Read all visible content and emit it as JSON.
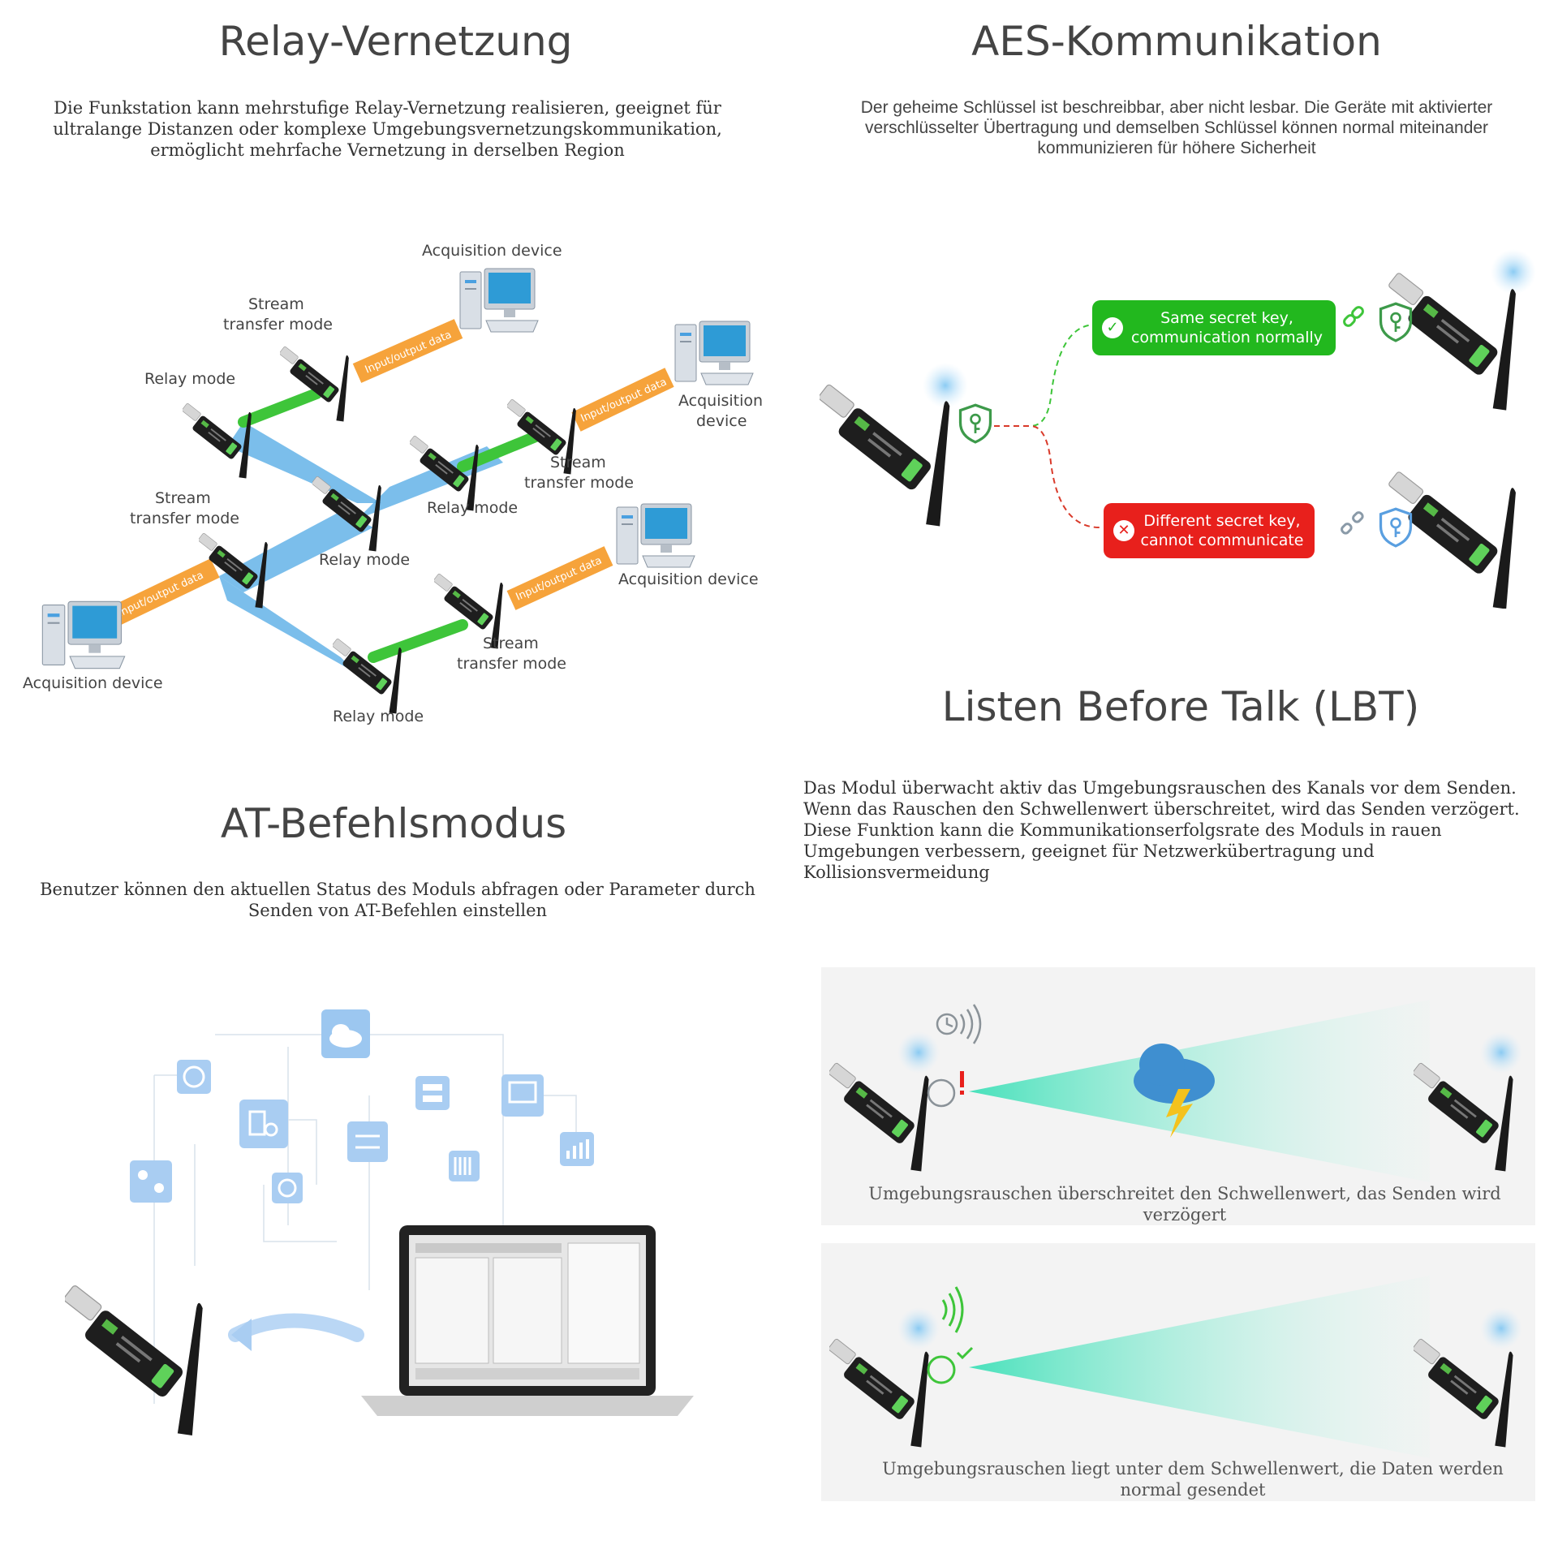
{
  "relay": {
    "title": "Relay-Vernetzung",
    "description": "Die Funkstation kann mehrstufige Relay-Vernetzung realisieren, geeignet für ultralange Distanzen oder komplexe Umgebungsvernetzungskommunikation, ermöglicht mehrfache Vernetzung in derselben Region",
    "labels": {
      "acquisition_device": "Acquisition device",
      "acquisition_line1": "Acquisition",
      "acquisition_line2": "device",
      "stream_line1": "Stream",
      "stream_line2": "transfer mode",
      "relay_mode": "Relay mode",
      "io_data": "Input/output data"
    }
  },
  "aes": {
    "title": "AES-Kommunikation",
    "description": "Der geheime Schlüssel ist beschreibbar, aber nicht lesbar. Die Geräte mit aktivierter verschlüsselter Übertragung und demselben Schlüssel können normal miteinander kommunizieren für höhere Sicherheit",
    "same_key_line1": "Same secret key,",
    "same_key_line2": "communication normally",
    "diff_key_line1": "Different secret key,",
    "diff_key_line2": "cannot communicate",
    "colors": {
      "ok": "#22b81e",
      "fail": "#e8201c",
      "shield": "#3d9a4a"
    }
  },
  "lbt": {
    "title": "Listen Before Talk (LBT)",
    "description": "Das Modul überwacht aktiv das Umgebungsrauschen des Kanals vor dem Senden. Wenn das Rauschen den Schwellenwert überschreitet, wird das Senden verzögert. Diese Funktion kann die Kommunikationserfolgsrate des Moduls in rauen Umgebungen verbessern, geeignet für Netzwerkübertragung und Kollisionsvermeidung",
    "caption_delayed": "Umgebungsrauschen überschreitet den Schwellenwert, das Senden wird verzögert",
    "caption_normal": "Umgebungsrauschen liegt unter dem Schwellenwert, die Daten werden normal gesendet"
  },
  "at": {
    "title": "AT-Befehlsmodus",
    "description": "Benutzer können den aktuellen Status des Moduls abfragen oder Parameter durch Senden von AT-Befehlen einstellen"
  }
}
